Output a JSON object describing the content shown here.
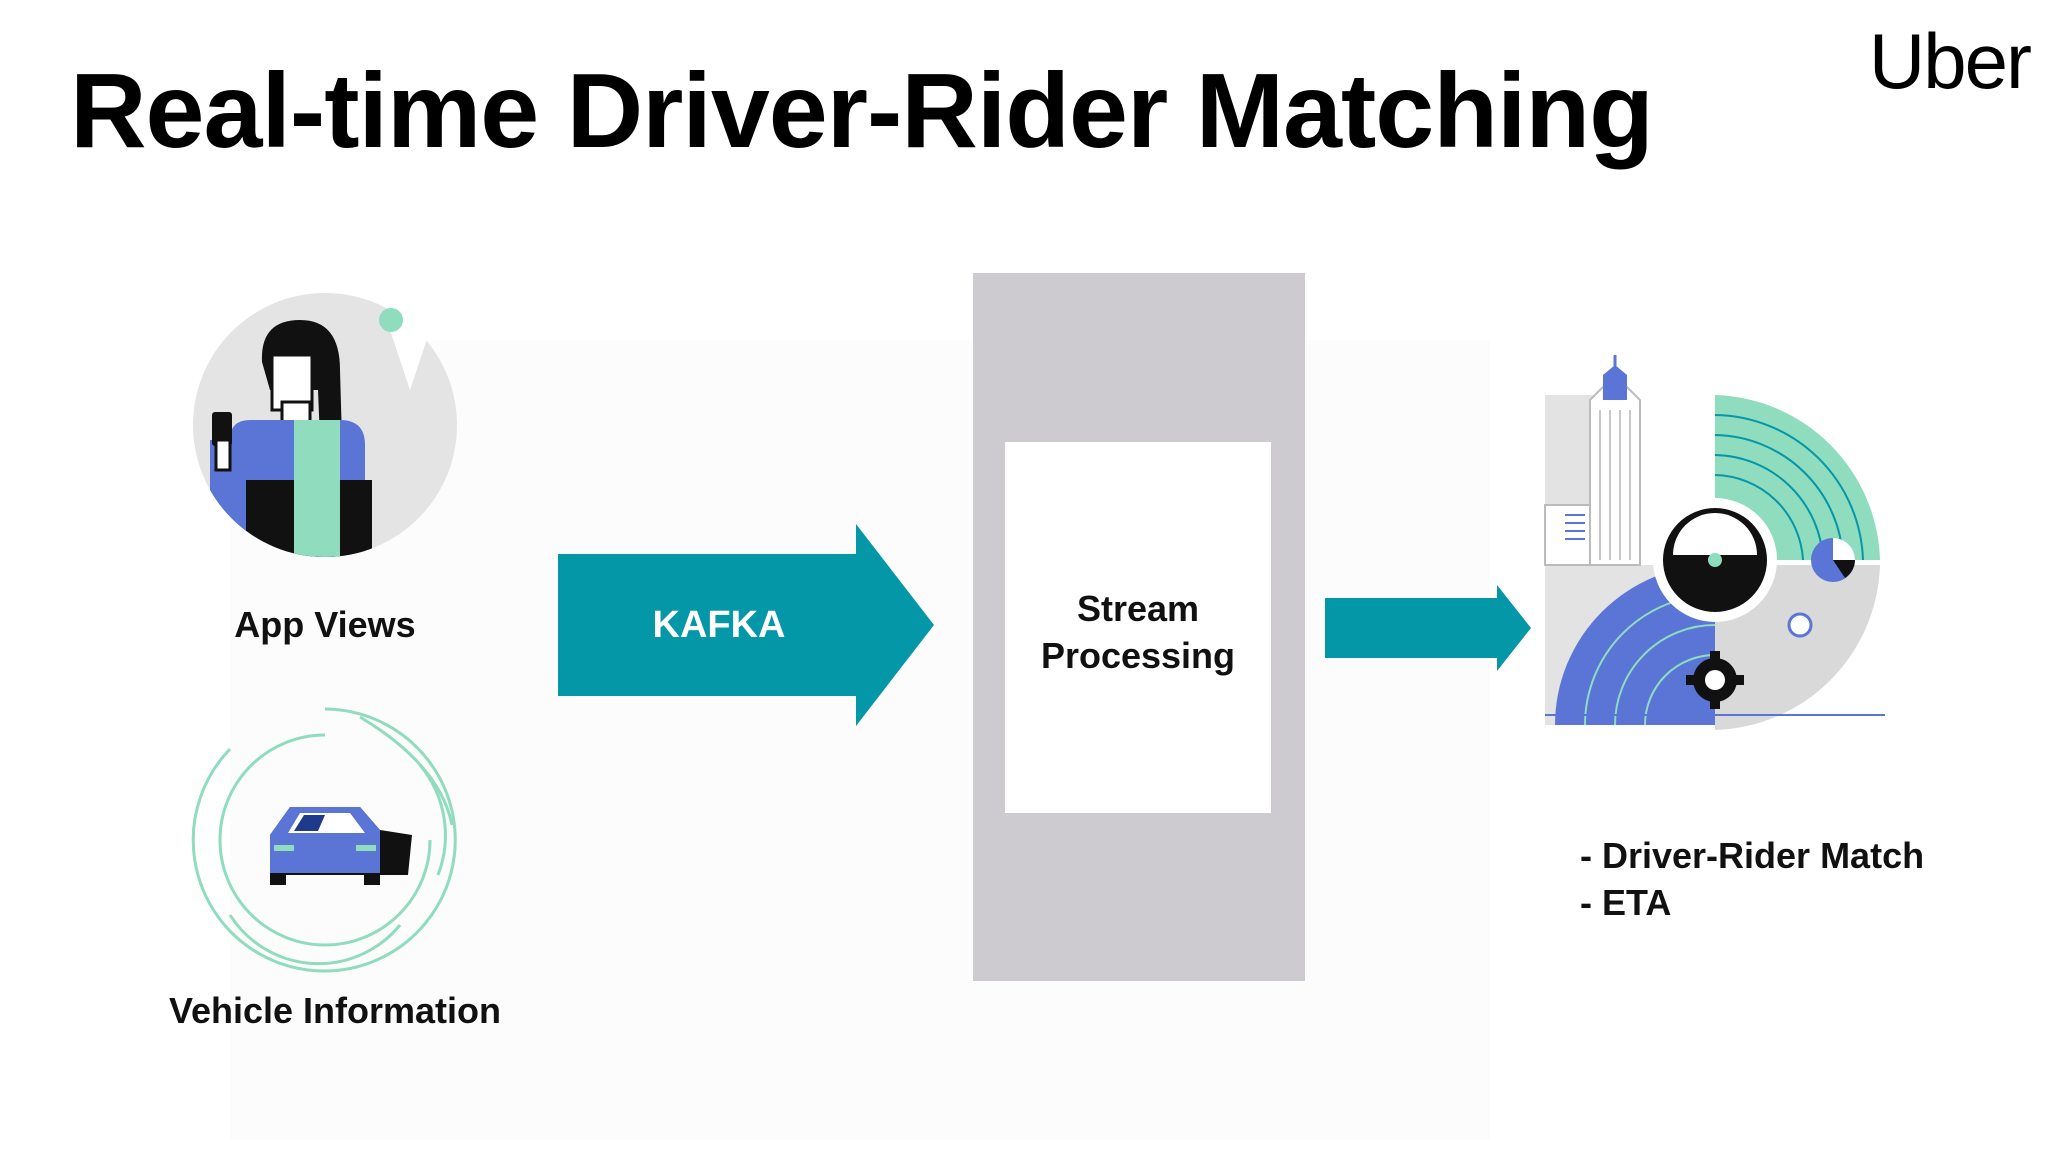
{
  "title": "Real-time Driver-Rider Matching",
  "brand": "Uber",
  "sources": [
    {
      "label": "App Views",
      "icon": "person-with-phone-icon"
    },
    {
      "label": "Vehicle Information",
      "icon": "car-icon"
    }
  ],
  "connector": {
    "label": "KAFKA",
    "color": "#0497a8"
  },
  "processor": {
    "line1": "Stream",
    "line2": "Processing"
  },
  "outputs": [
    "- Driver-Rider Match",
    "- ETA"
  ],
  "colors": {
    "teal": "#0497a8",
    "mint": "#8fdcbf",
    "blue": "#5a75d6",
    "gray": "#cdcbcf",
    "black": "#000000"
  }
}
